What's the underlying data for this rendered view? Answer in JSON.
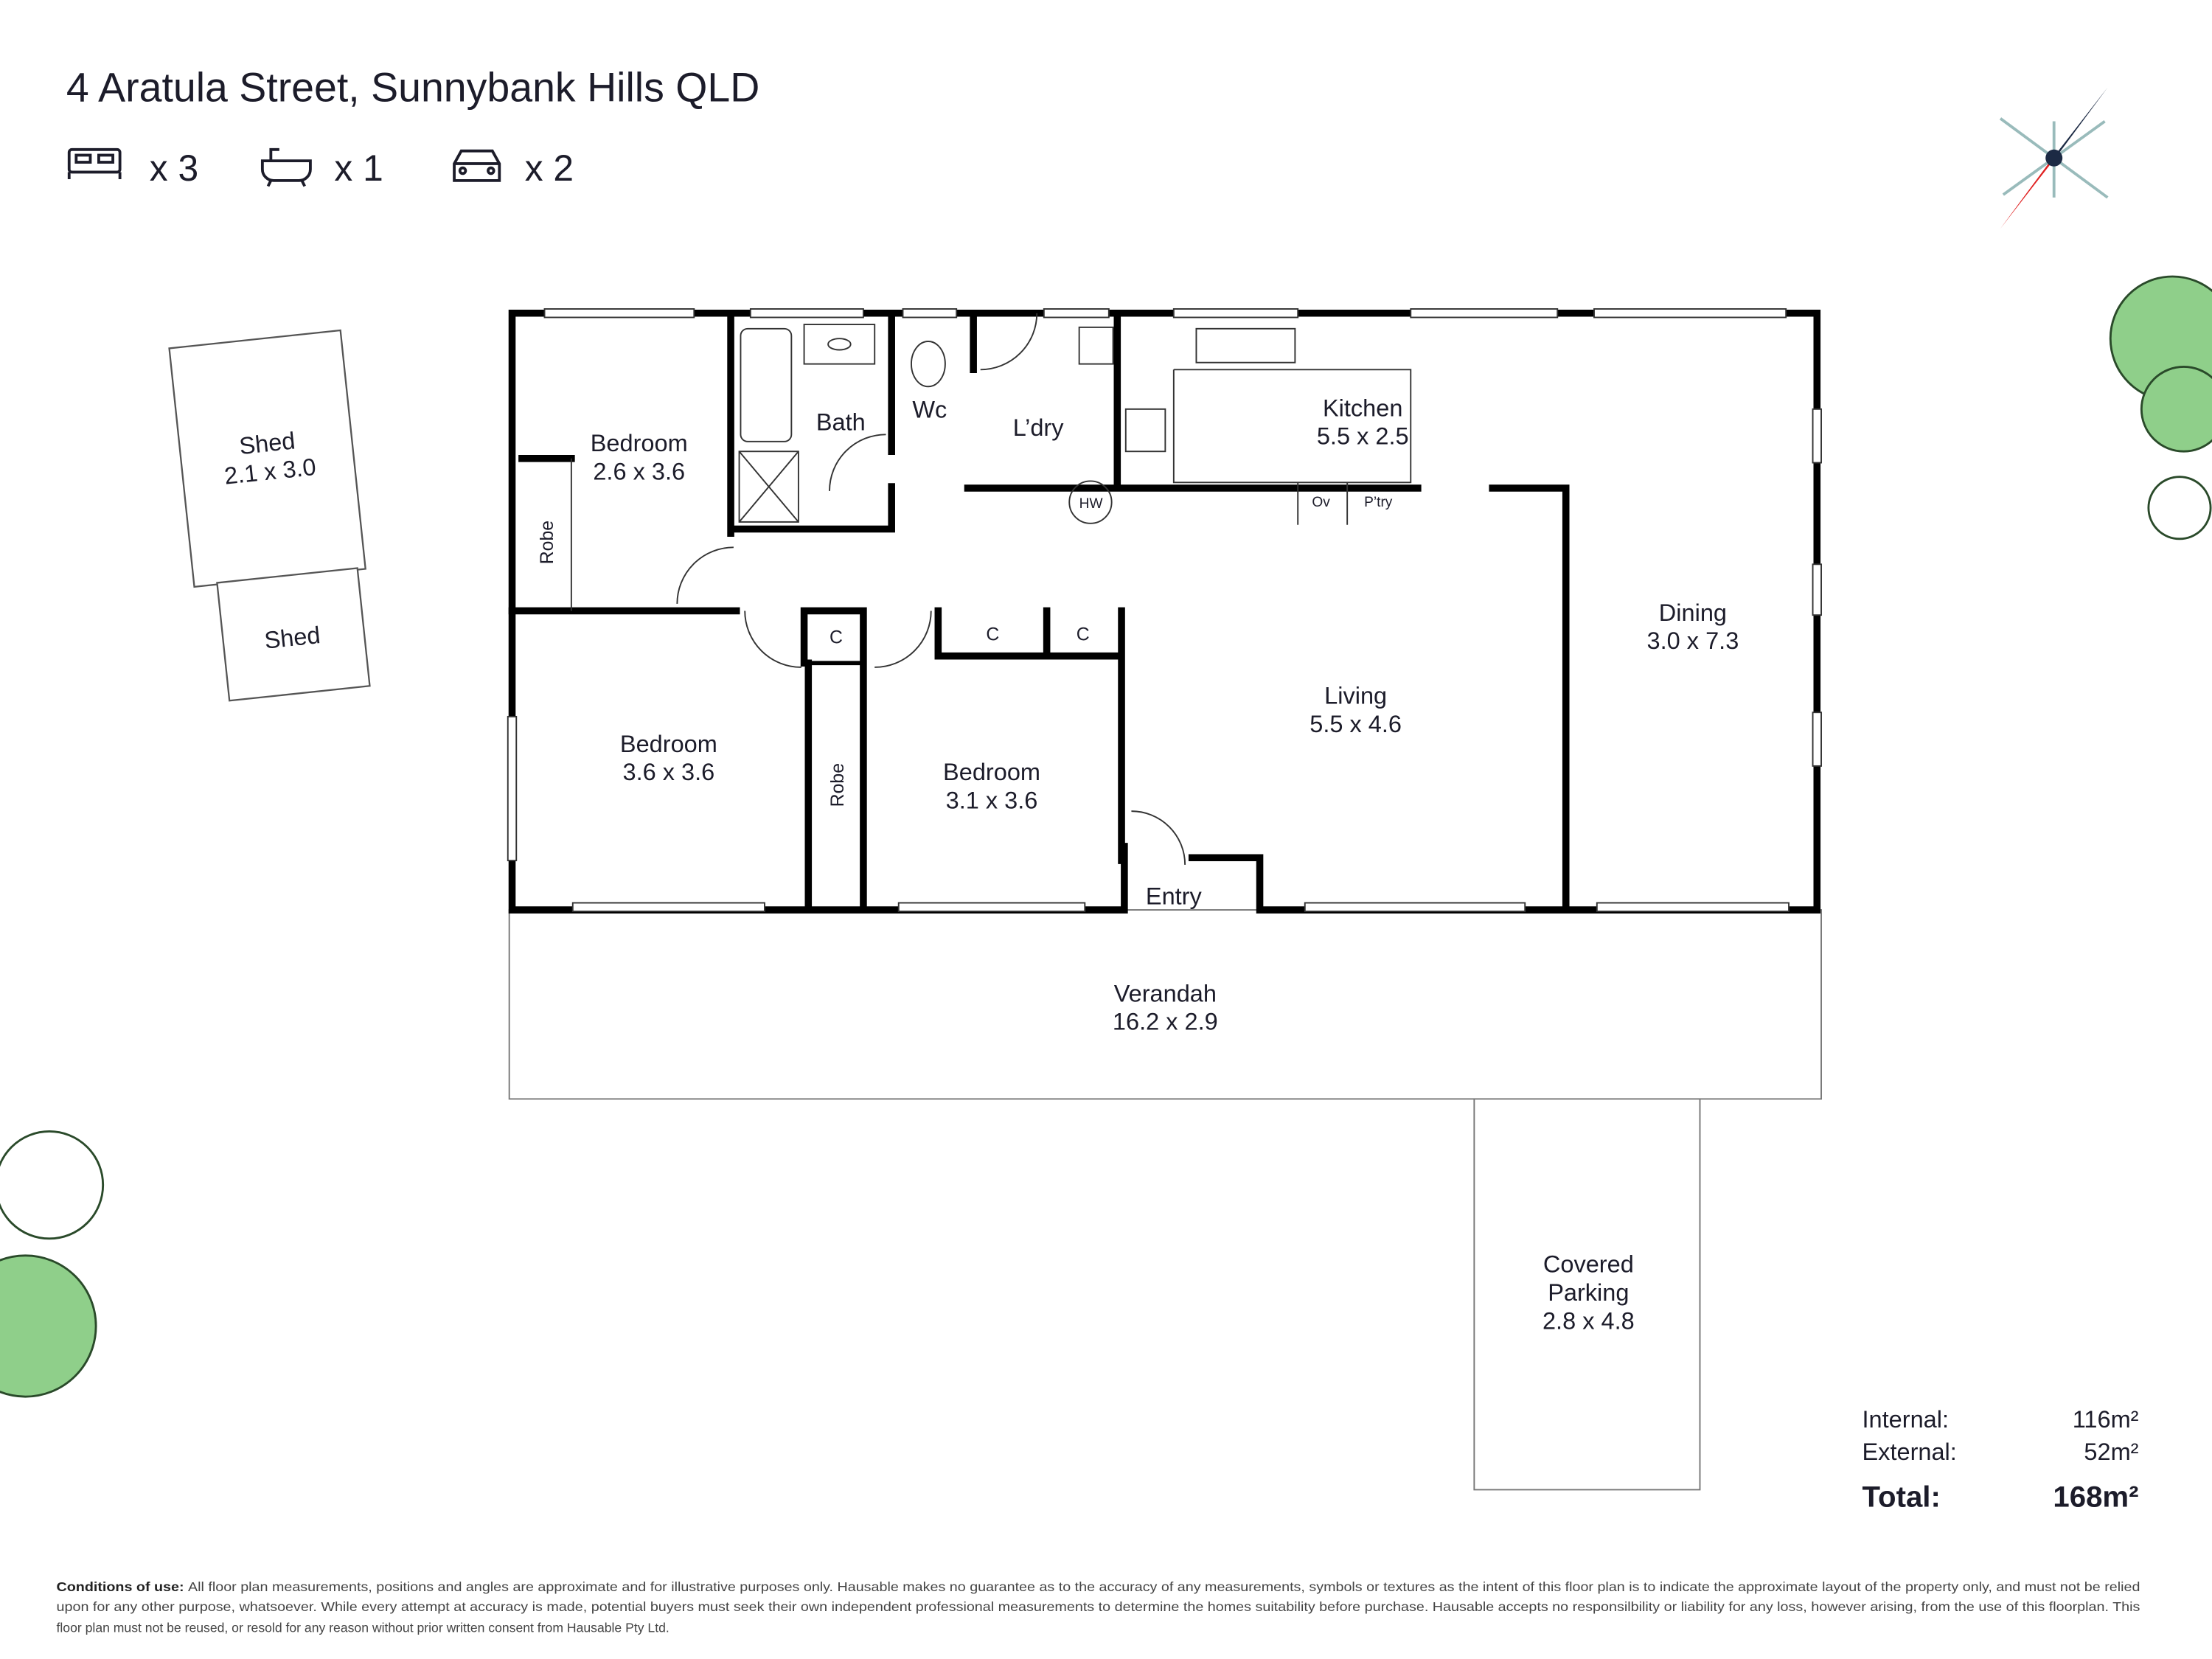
{
  "header": {
    "address": "4 Aratula Street, Sunnybank Hills QLD",
    "features": [
      {
        "icon": "bed-icon",
        "count": "x 3"
      },
      {
        "icon": "bath-icon",
        "count": "x 1"
      },
      {
        "icon": "car-icon",
        "count": "x 2"
      }
    ]
  },
  "rooms": {
    "shed1_name": "Shed",
    "shed1_dim": "2.1 x 3.0",
    "shed2_name": "Shed",
    "bed1_name": "Bedroom",
    "bed1_dim": "2.6 x 3.6",
    "robe1": "Robe",
    "bath": "Bath",
    "wc": "Wc",
    "laundry": "L’dry",
    "hw": "HW",
    "kitchen_name": "Kitchen",
    "kitchen_dim": "5.5 x 2.5",
    "oven": "Ov",
    "pantry": "P’try",
    "dining_name": "Dining",
    "dining_dim": "3.0 x 7.3",
    "living_name": "Living",
    "living_dim": "5.5 x 4.6",
    "bed2_name": "Bedroom",
    "bed2_dim": "3.6 x 3.6",
    "robe2": "Robe",
    "bed3_name": "Bedroom",
    "bed3_dim": "3.1 x 3.6",
    "closet": "C",
    "entry": "Entry",
    "verandah_name": "Verandah",
    "verandah_dim": "16.2 x 2.9",
    "parking_name1": "Covered",
    "parking_name2": "Parking",
    "parking_dim": "2.8 x 4.8"
  },
  "areas": {
    "internal_label": "Internal:",
    "internal_value": "116m²",
    "external_label": "External:",
    "external_value": "52m²",
    "total_label": "Total:",
    "total_value": "168m²"
  },
  "disclaimer": {
    "heading": "Conditions of use:",
    "line1": "All floor plan measurements, positions and angles are approximate and for illustrative purposes only. Hausable makes no guarantee as to the accuracy of any measurements, symbols or textures as the intent of this floor plan is to indicate the approximate layout of the property only, and must not be relied",
    "line2": "upon for any other purpose, whatsoever. While every attempt at accuracy is made, potential buyers must seek their own independent professional measurements to determine the homes suitability before purchase. Hausable accepts no responsilbility or liability for any loss, however arising, from the use of this floorplan. This",
    "line3": "floor plan must not be reused, or resold for any reason without prior written consent from Hausable Pty Ltd."
  },
  "colors": {
    "tree": "#8fcf8a",
    "compass_north": "#1c2a44",
    "compass_south": "#e02020"
  }
}
